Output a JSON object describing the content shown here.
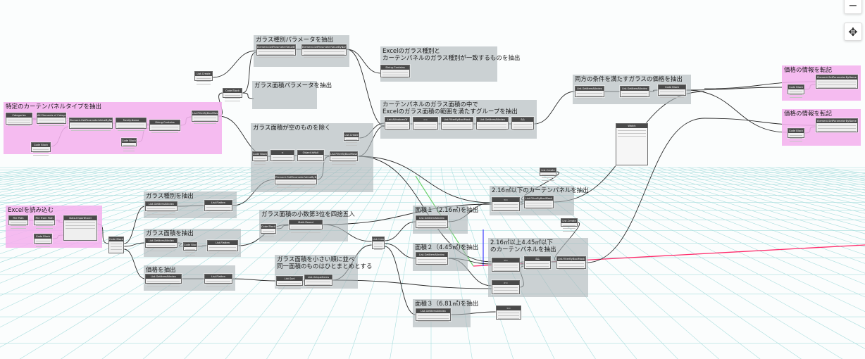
{
  "canvas": {
    "accent_colors": {
      "pink_group": "#f4b2ee",
      "gray_group": "#aab6ba",
      "grid_line": "#a9dede",
      "wire": "#2a2a2a",
      "axis_red": "#ff2a6a",
      "axis_green": "#6ad06a",
      "axis_blue": "#4a4aff"
    }
  },
  "view_controls": {
    "zoom_out_icon": "minus-icon",
    "pan_icon": "move-icon",
    "zoom_out_label": "−",
    "pan_label": "✥"
  },
  "groups": {
    "g1": {
      "title": "特定のカーテンパネルタイプを抽出",
      "color": "pink"
    },
    "g2": {
      "title": "ガラス種別パラメータを抽出",
      "color": "gray"
    },
    "g3": {
      "title": "ガラス面積パラメータを抽出",
      "color": "gray"
    },
    "g4": {
      "title": "Excelのガラス種別と\nカーテンパネルのガラス種別が一致するものを抽出",
      "color": "gray"
    },
    "g5": {
      "title": "カーテンパネルのガラス面積の中で\nExcelのガラス面積の範囲を満たすグループを抽出",
      "color": "gray"
    },
    "g6": {
      "title": "ガラス面積が空のものを除く",
      "color": "gray"
    },
    "g7": {
      "title": "両方の条件を満たすガラスの価格を抽出",
      "color": "gray"
    },
    "g8": {
      "title": "価格の情報を転記",
      "color": "pink"
    },
    "g9": {
      "title": "価格の情報を転記",
      "color": "pink"
    },
    "g10": {
      "title": "Excelを読み込む",
      "color": "pink"
    },
    "g11": {
      "title": "ガラス種別を抽出",
      "color": "gray"
    },
    "g12": {
      "title": "ガラス面積を抽出",
      "color": "gray"
    },
    "g13": {
      "title": "価格を抽出",
      "color": "gray"
    },
    "g14": {
      "title": "ガラス面積の小数第3位を四捨五入",
      "color": "gray"
    },
    "g15": {
      "title": "ガラス面積を小さい順に並べ\n同一面積のものはひとまとめとする",
      "color": "gray"
    },
    "g16": {
      "title": "面積１（2.16㎡)を抽出",
      "color": "gray"
    },
    "g17": {
      "title": "面積２（4.45㎡)を抽出",
      "color": "gray"
    },
    "g18": {
      "title": "面積３（6.81㎡)を抽出",
      "color": "gray"
    },
    "g19": {
      "title": "2.16㎡以下のカーテンパネルを抽出",
      "color": "gray"
    },
    "g20": {
      "title": "2.16㎡以上4.45㎡以下\nのカーテンパネルを抽出",
      "color": "gray"
    }
  },
  "nodes": {
    "n1": "Categories",
    "n2": "All Elements of Category",
    "n3": "Element.GetParameterValueByName",
    "n4": "Family.Name",
    "n5": "String.Contains",
    "n6": "List.FilterByBoolMask",
    "n7": "Code Block",
    "n8": "Code Block",
    "n9": "List.Create",
    "n10": "Code Block",
    "n11": "Element.GetParameterValueByName",
    "n12": "Element.GetParameterValueByName",
    "n13": "String.Contains",
    "n14": "Code Block",
    "n15": "<",
    "n16": "Object.IsNull",
    "n17": "List.FilterByBoolMask",
    "n18": "List.Create",
    "n19": "Element.GetParameterValueByName",
    "n20": "List.AllIndicesOf",
    "n21": "==",
    "n22": "List.FilterByBoolMask",
    "n23": "List.GetItemAtIndex",
    "n24": "&&",
    "n25": "Watch",
    "n26": "List.GetItemAtIndex",
    "n27": "List.GetItemAtIndex",
    "n28": "Code Block",
    "n29": "Code Block",
    "n30": "Element.SetParameterByName",
    "n31": "Code Block",
    "n32": "Element.SetParameterByName",
    "n33": "File Path",
    "n34": "File From Path",
    "n35": "Data.ImportExcel",
    "n36": "Code Block",
    "n37": "Code Block",
    "n38": "List.GetItemAtIndex",
    "n39": "List.Flatten",
    "n40": "List.GetItemAtIndex",
    "n41": "Code Block",
    "n42": "List.Flatten",
    "n43": "List.GetItemAtIndex",
    "n44": "List.Flatten",
    "n45": "Code Block",
    "n46": "Math.Round",
    "n47": "List.Sort",
    "n48": "List.UniqueItems",
    "n49": "List.GetItemAtIndex",
    "n50": "List.GetItemAtIndex",
    "n51": "List.GetItemAtIndex",
    "n52": "List.Create",
    "n53": "<=",
    "n54": "List.FilterByBoolMask",
    "n55": "List.Create",
    "n56": "<=",
    "n57": "&&",
    "n58": "List.FilterByBoolMask",
    "n59": ">=",
    "n60": "<=",
    "n61": "List.Create"
  }
}
